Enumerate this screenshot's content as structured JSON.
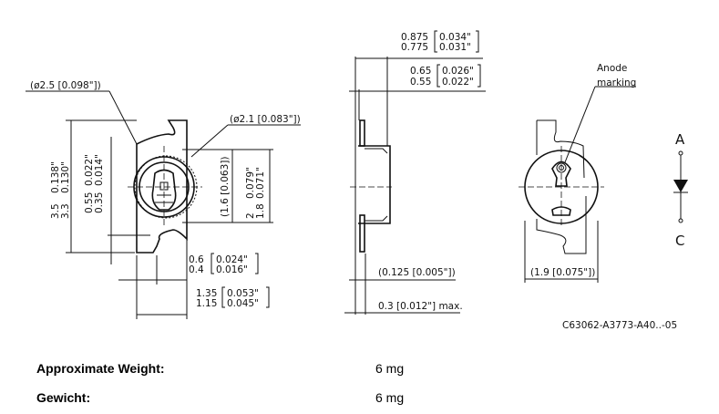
{
  "drawing": {
    "front_view": {
      "dia_outer": "(ø2.5 [0.098\"])",
      "dia_inner": "(ø2.1 [0.083\"])",
      "height_mm_max": "3.5",
      "height_mm_min": "3.3",
      "height_in_max": "0.138\"",
      "height_in_min": "0.130\"",
      "offset_mm_max": "0.55",
      "offset_mm_min": "0.35",
      "offset_in_max": "0.022\"",
      "offset_in_min": "0.014\"",
      "lens_height": "(1.6 [0.063])",
      "body_mm_max": "2",
      "body_mm_min": "1.8",
      "body_in_max": "0.079\"",
      "body_in_min": "0.071\"",
      "tab_mm_max": "0.6",
      "tab_mm_min": "0.4",
      "tab_in_max": "0.024\"",
      "tab_in_min": "0.016\"",
      "width_mm_max": "1.35",
      "width_mm_min": "1.15",
      "width_in_max": "0.053\"",
      "width_in_min": "0.045\""
    },
    "side_view": {
      "depth_mm_max": "0.875",
      "depth_mm_min": "0.775",
      "depth_in_max": "0.034\"",
      "depth_in_min": "0.031\"",
      "lens_mm_max": "0.65",
      "lens_mm_min": "0.55",
      "lens_in_max": "0.026\"",
      "lens_in_min": "0.022\"",
      "lead_thickness": "(0.125 [0.005\"])",
      "lead_max": "0.3 [0.012\"] max."
    },
    "back_view": {
      "anode_label_1": "Anode",
      "anode_label_2": "marking",
      "diameter": "(1.9 [0.075\"])"
    },
    "symbol": {
      "anode": "A",
      "cathode": "C"
    },
    "drawing_number": "C63062-A3773-A40..-05"
  },
  "specs": [
    {
      "label": "Approximate Weight:",
      "value": "6 mg"
    },
    {
      "label": "Gewicht:",
      "value": "6 mg"
    }
  ]
}
